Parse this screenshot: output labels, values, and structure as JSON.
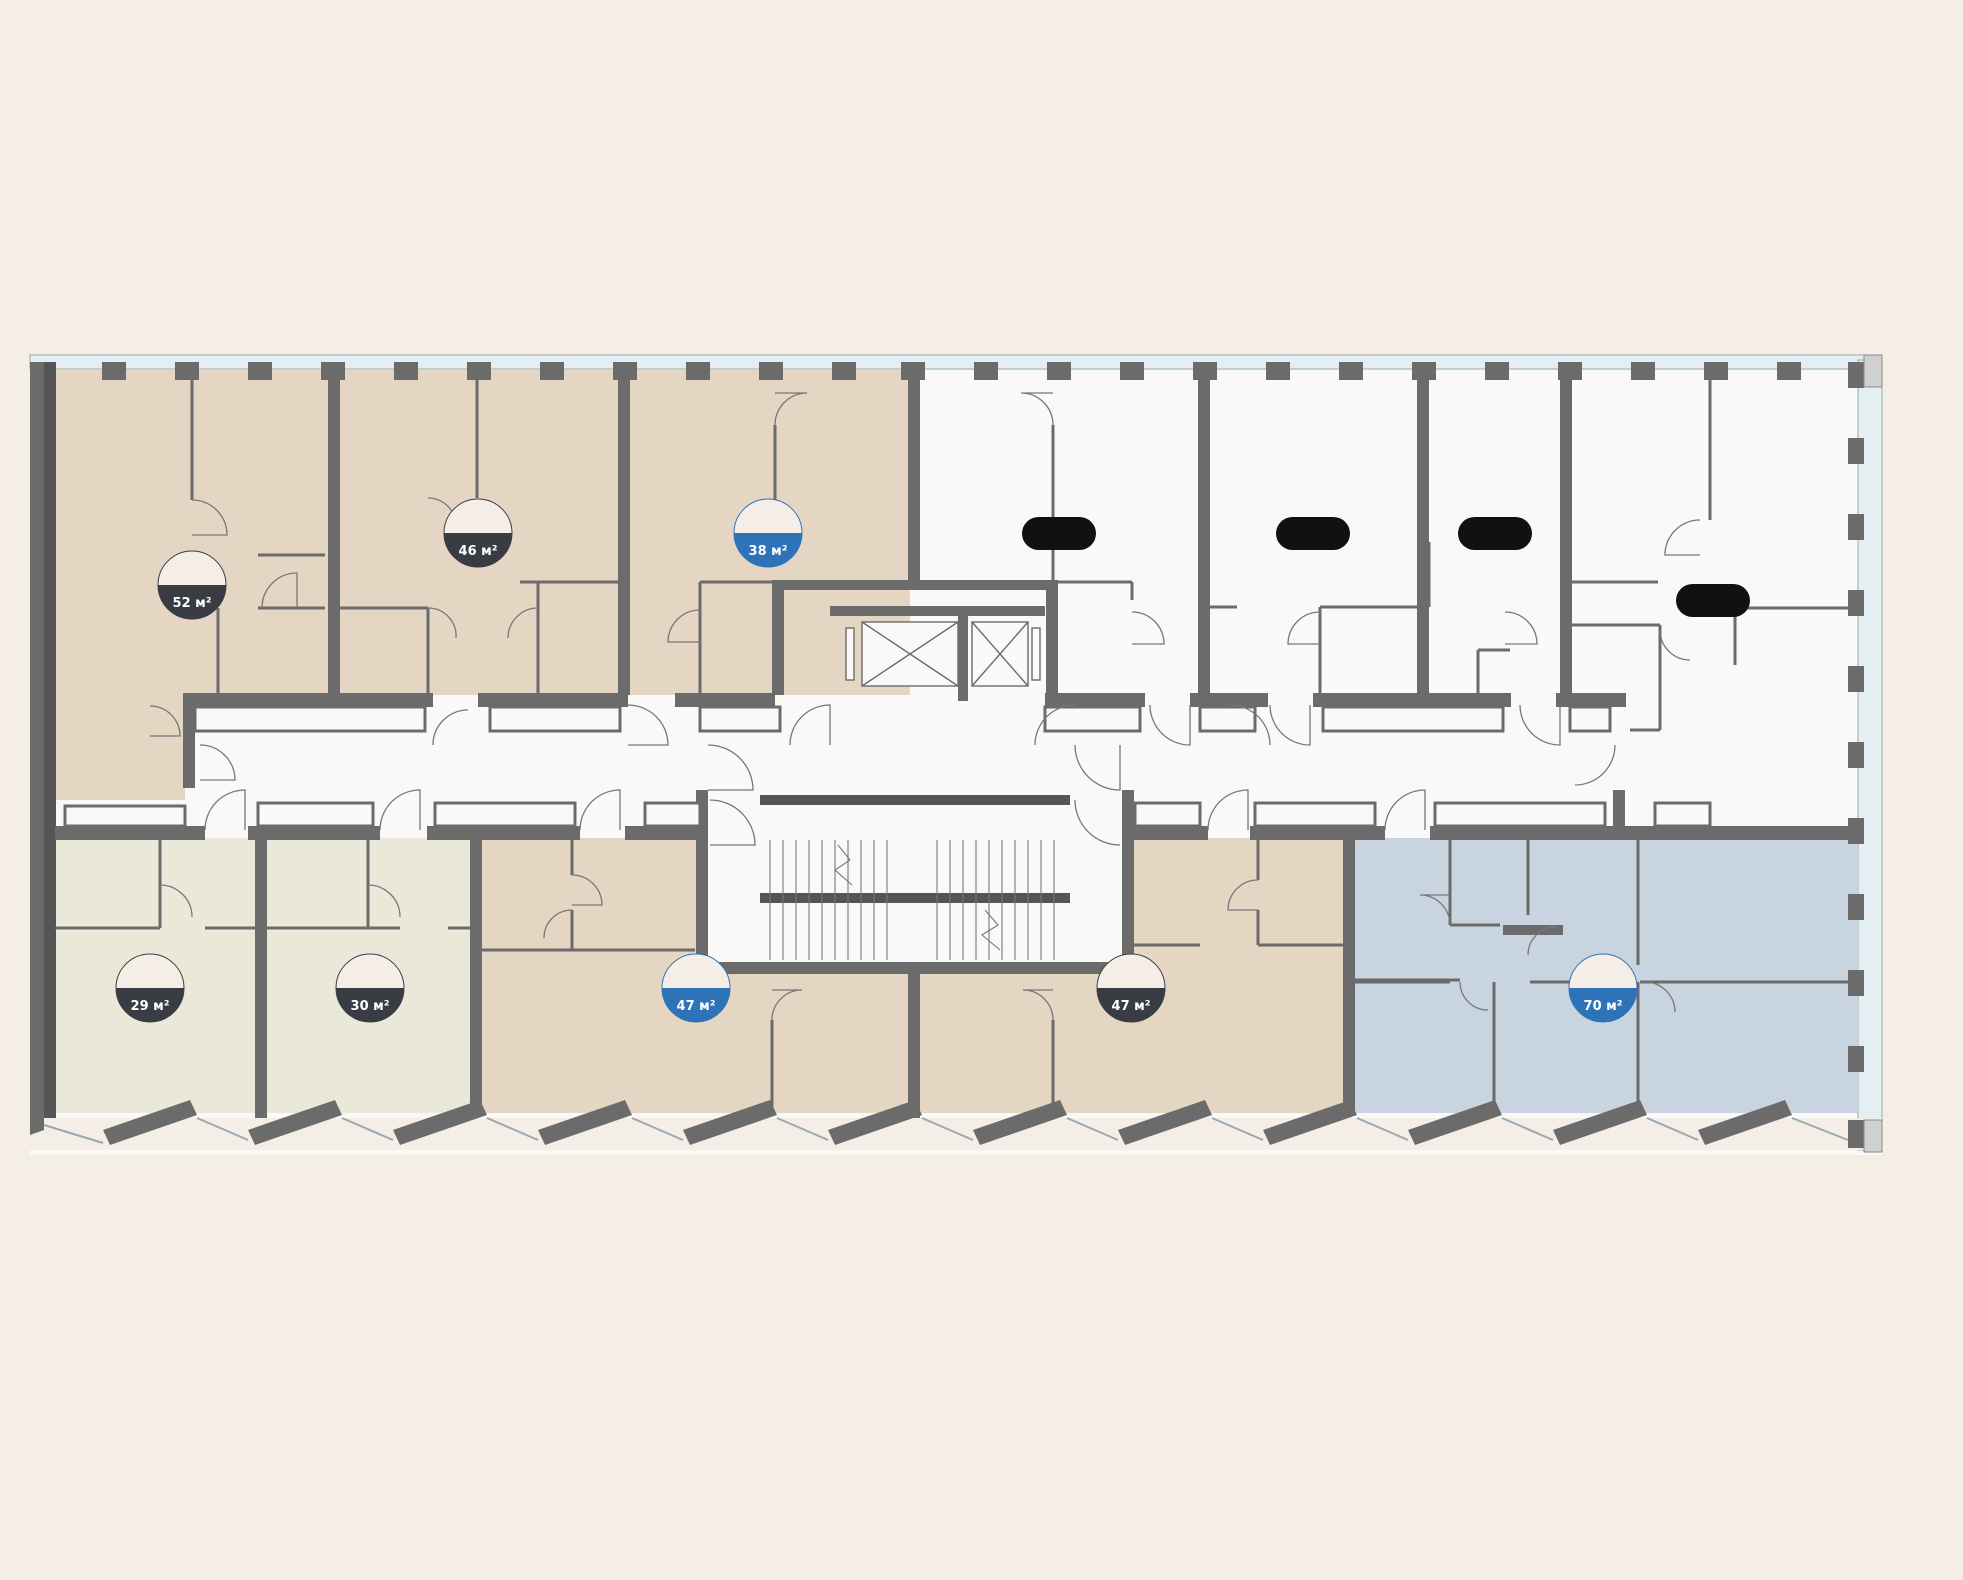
{
  "floor_plan": {
    "colors": {
      "background": "#f4eee7",
      "wall": "#6b6b6b",
      "wall_dark": "#555555",
      "corridor": "#faf9f7",
      "sold_unit": "#faf9f7",
      "beige_unit": "#e5d6c4",
      "green_unit": "#eae9d9",
      "blue_unit": "#c8d5e0",
      "badge_dark": "#3a3c44",
      "badge_blue": "#2e72b8",
      "badge_light": "#f4eee7",
      "window": "#e3eff3"
    },
    "units": [
      {
        "id": "apt-52",
        "area": "52 м²",
        "status": "dark"
      },
      {
        "id": "apt-46",
        "area": "46 м²",
        "status": "dark"
      },
      {
        "id": "apt-38",
        "area": "38 м²",
        "status": "blue"
      },
      {
        "id": "apt-29",
        "area": "29 м²",
        "status": "dark"
      },
      {
        "id": "apt-30",
        "area": "30 м²",
        "status": "dark"
      },
      {
        "id": "apt-47a",
        "area": "47 м²",
        "status": "blue"
      },
      {
        "id": "apt-47b",
        "area": "47 м²",
        "status": "dark"
      },
      {
        "id": "apt-70",
        "area": "70 м²",
        "status": "blue"
      }
    ],
    "sold_markers": 4
  }
}
